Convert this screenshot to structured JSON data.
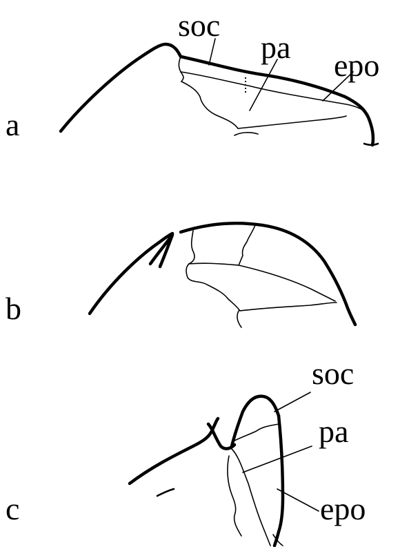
{
  "panels": [
    {
      "id": "a",
      "label": "a",
      "parts": [
        {
          "key": "soc",
          "text": "soc"
        },
        {
          "key": "pa",
          "text": "pa"
        },
        {
          "key": "epo",
          "text": "epo"
        }
      ]
    },
    {
      "id": "b",
      "label": "b",
      "parts": []
    },
    {
      "id": "c",
      "label": "c",
      "parts": [
        {
          "key": "soc",
          "text": "soc"
        },
        {
          "key": "pa",
          "text": "pa"
        },
        {
          "key": "epo",
          "text": "epo"
        }
      ]
    }
  ]
}
